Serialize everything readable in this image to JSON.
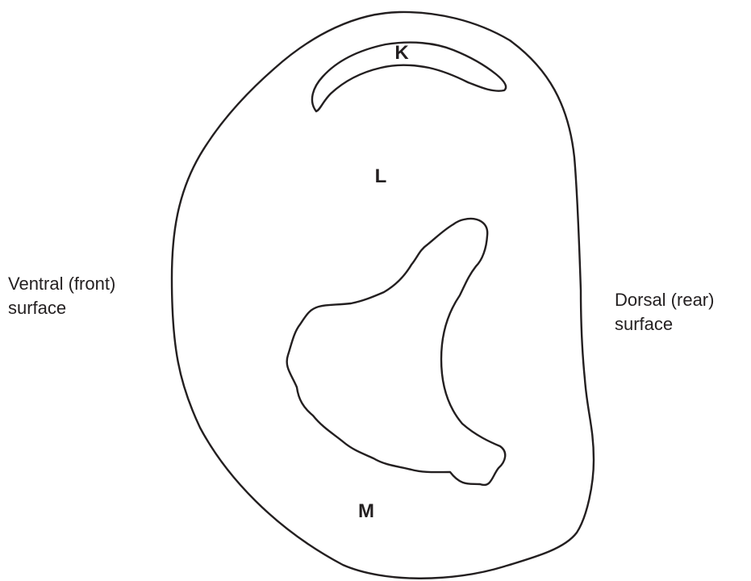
{
  "labels": {
    "K": "K",
    "L": "L",
    "M": "M"
  },
  "ventral": {
    "line1": "Ventral (front)",
    "line2": "surface"
  },
  "dorsal": {
    "line1": "Dorsal (rear)",
    "line2": "surface"
  },
  "colors": {
    "stroke": "#231f20",
    "background": "#ffffff"
  }
}
